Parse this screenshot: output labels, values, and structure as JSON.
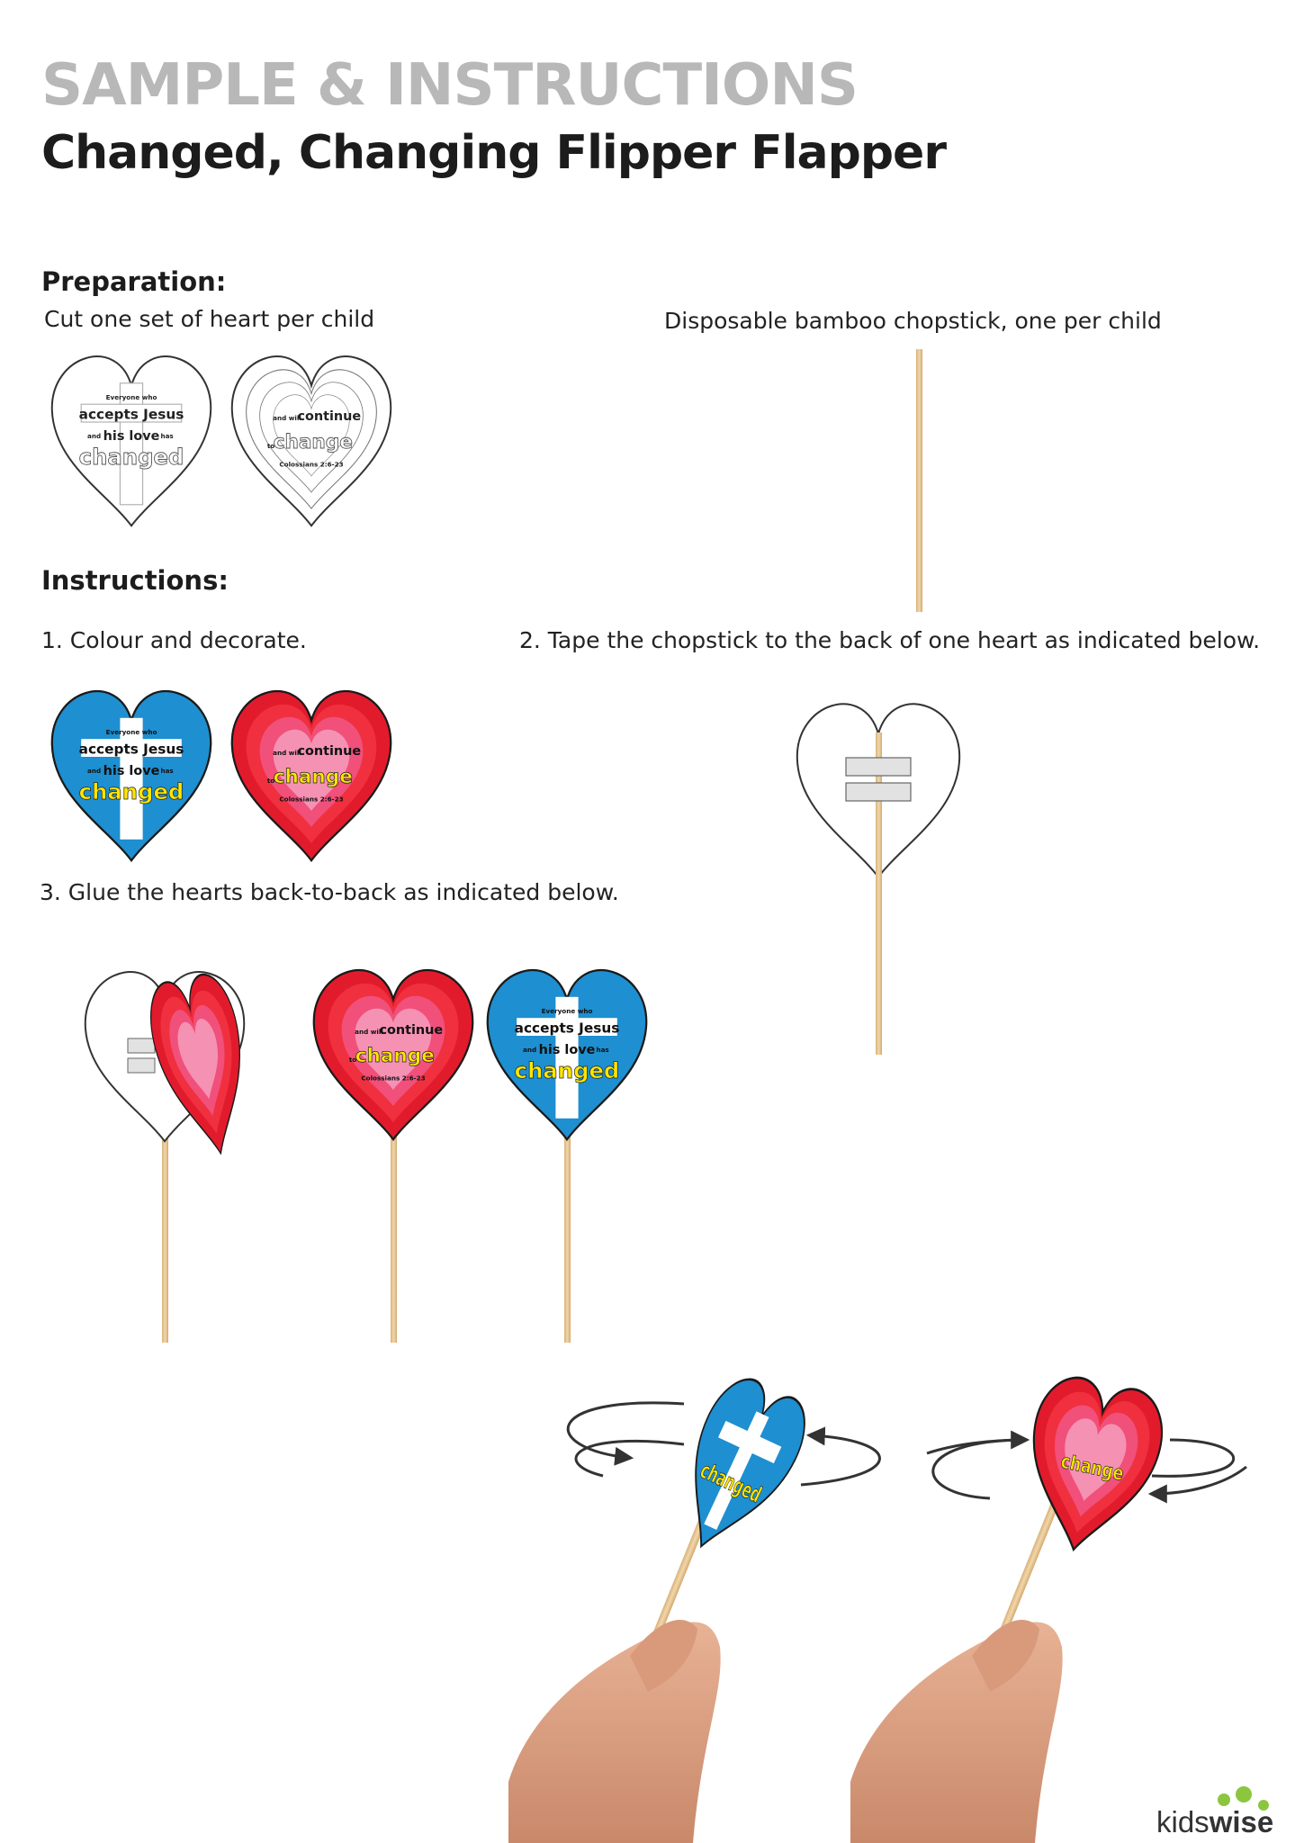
{
  "header": {
    "title": "SAMPLE & INSTRUCTIONS",
    "subtitle": "Changed, Changing Flipper Flapper"
  },
  "preparation": {
    "heading": "Preparation:",
    "item1": "Cut one set of heart per child",
    "item2": "Disposable bamboo chopstick, one per child"
  },
  "instructions": {
    "heading": "Instructions:",
    "step1": "1. Colour and decorate.",
    "step2": "2. Tape the chopstick to the back of one heart as indicated below.",
    "step3": "3. Glue the hearts back-to-back as indicated below."
  },
  "heart_front": {
    "line1": "Everyone who",
    "line2": "accepts Jesus",
    "line3_a": "and",
    "line3_b": "his love",
    "line3_c": "has",
    "line4": "changed"
  },
  "heart_back": {
    "line1_a": "and will",
    "line1_b": "continue",
    "line2_a": "to",
    "line2_b": "change",
    "line3": "Colossians 2:6-23"
  },
  "brand": {
    "kids": "kids",
    "wise": "wise"
  },
  "colors": {
    "blue": "#1e8fd0",
    "red": "#e21b2c",
    "pink": "#f06292",
    "yellow": "#ffe600",
    "stick": "#e6c38e",
    "brand_green": "#8cc63f"
  }
}
